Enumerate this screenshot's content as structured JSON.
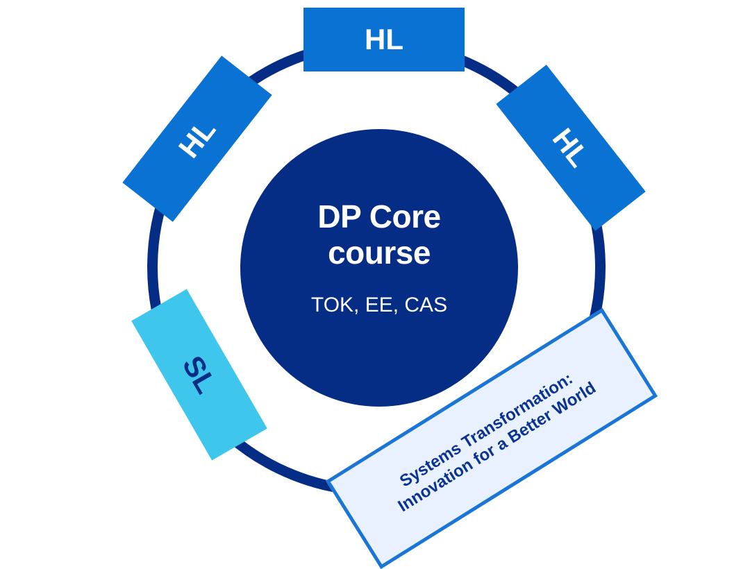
{
  "core": {
    "title_line1": "DP Core",
    "title_line2": "course",
    "subtitle": "TOK, EE, CAS"
  },
  "boxes": {
    "hl_top": "HL",
    "hl_left": "HL",
    "hl_right": "HL",
    "sl": "SL",
    "interdisciplinary_line1": "Systems Transformation:",
    "interdisciplinary_line2": "Innovation for a Better World"
  },
  "colors": {
    "ring": "#062d86",
    "core": "#062d86",
    "hl": "#0972d3",
    "sl": "#3ec6ec",
    "interdisciplinary_fill": "#e9f1fe",
    "interdisciplinary_border": "#1a76d6"
  }
}
